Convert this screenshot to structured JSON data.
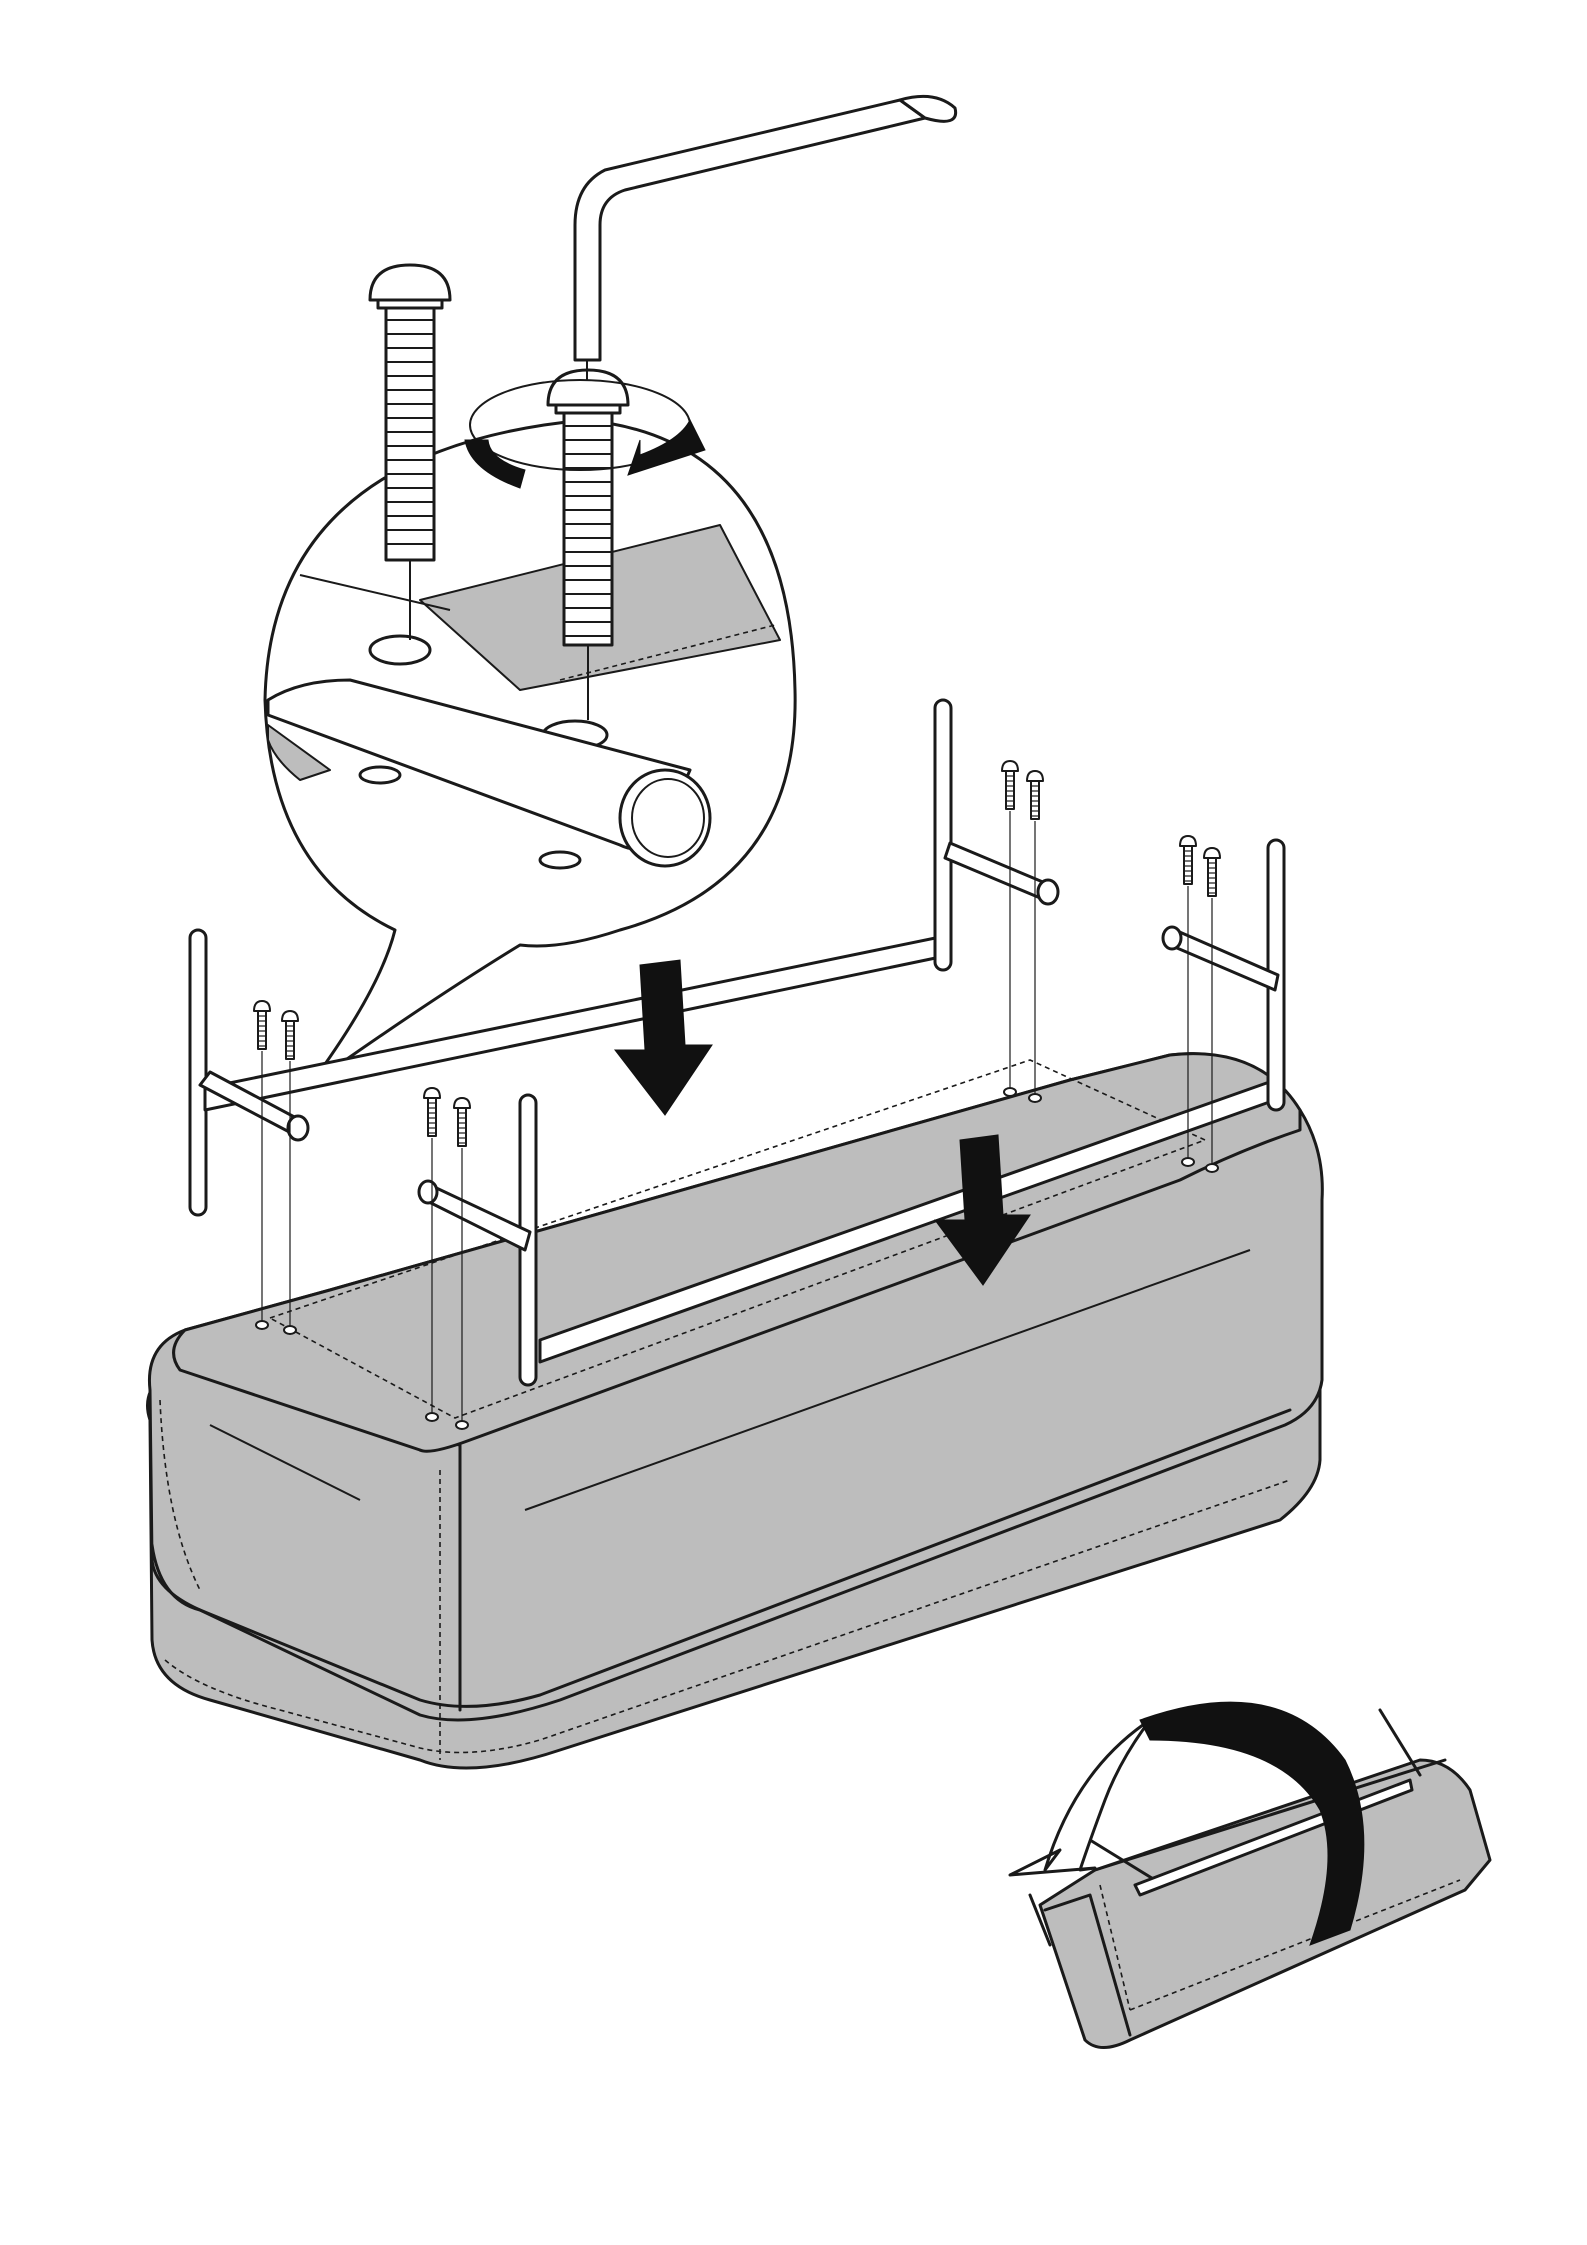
{
  "illustration": {
    "colors": {
      "upholstery": "#bdbdbd",
      "outline": "#1a1a1a",
      "arrow": "#111111",
      "background": "#ffffff"
    }
  },
  "parts": {
    "frames": 2,
    "screws_total": 8,
    "screws_per_frame_side": 2,
    "icons": [
      "allen-key-icon",
      "rotate-clockwise-icon",
      "down-arrow-icon",
      "flip-over-icon"
    ]
  }
}
